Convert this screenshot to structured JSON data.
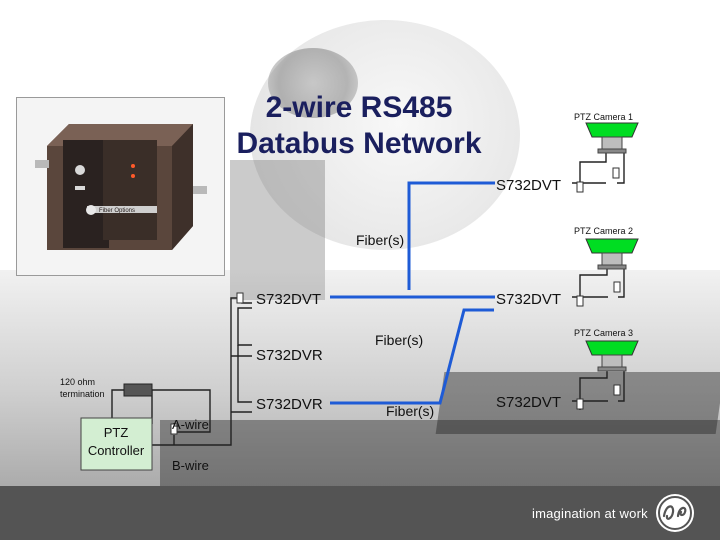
{
  "title": {
    "line1": "2-wire RS485",
    "line2": "Databus Network"
  },
  "photo": {
    "device_brand": "Fiber Options"
  },
  "nodes": {
    "dvt_top": "S732DVT",
    "dvt_left": "S732DVT",
    "dvt_right": "S732DVT",
    "dvr_top": "S732DVR",
    "dvr_bottom": "S732DVR",
    "dvt_bottom": "S732DVT",
    "controller": "PTZ Controller"
  },
  "fiber_labels": [
    "Fiber(s)",
    "Fiber(s)",
    "Fiber(s)"
  ],
  "wire_labels": {
    "a_wire": "A-wire",
    "b_wire": "B-wire"
  },
  "termination": {
    "line1": "120 ohm",
    "line2": "termination"
  },
  "cameras": [
    "PTZ Camera 1",
    "PTZ Camera 2",
    "PTZ Camera 3"
  ],
  "footer": {
    "slogan": "imagination at work"
  },
  "colors": {
    "title": "#1a1f5e",
    "fiber": "#1e5bd6",
    "controller_fill": "#d3eed2",
    "camera_fill": "#00dd22",
    "footer_bg": "#545454"
  }
}
